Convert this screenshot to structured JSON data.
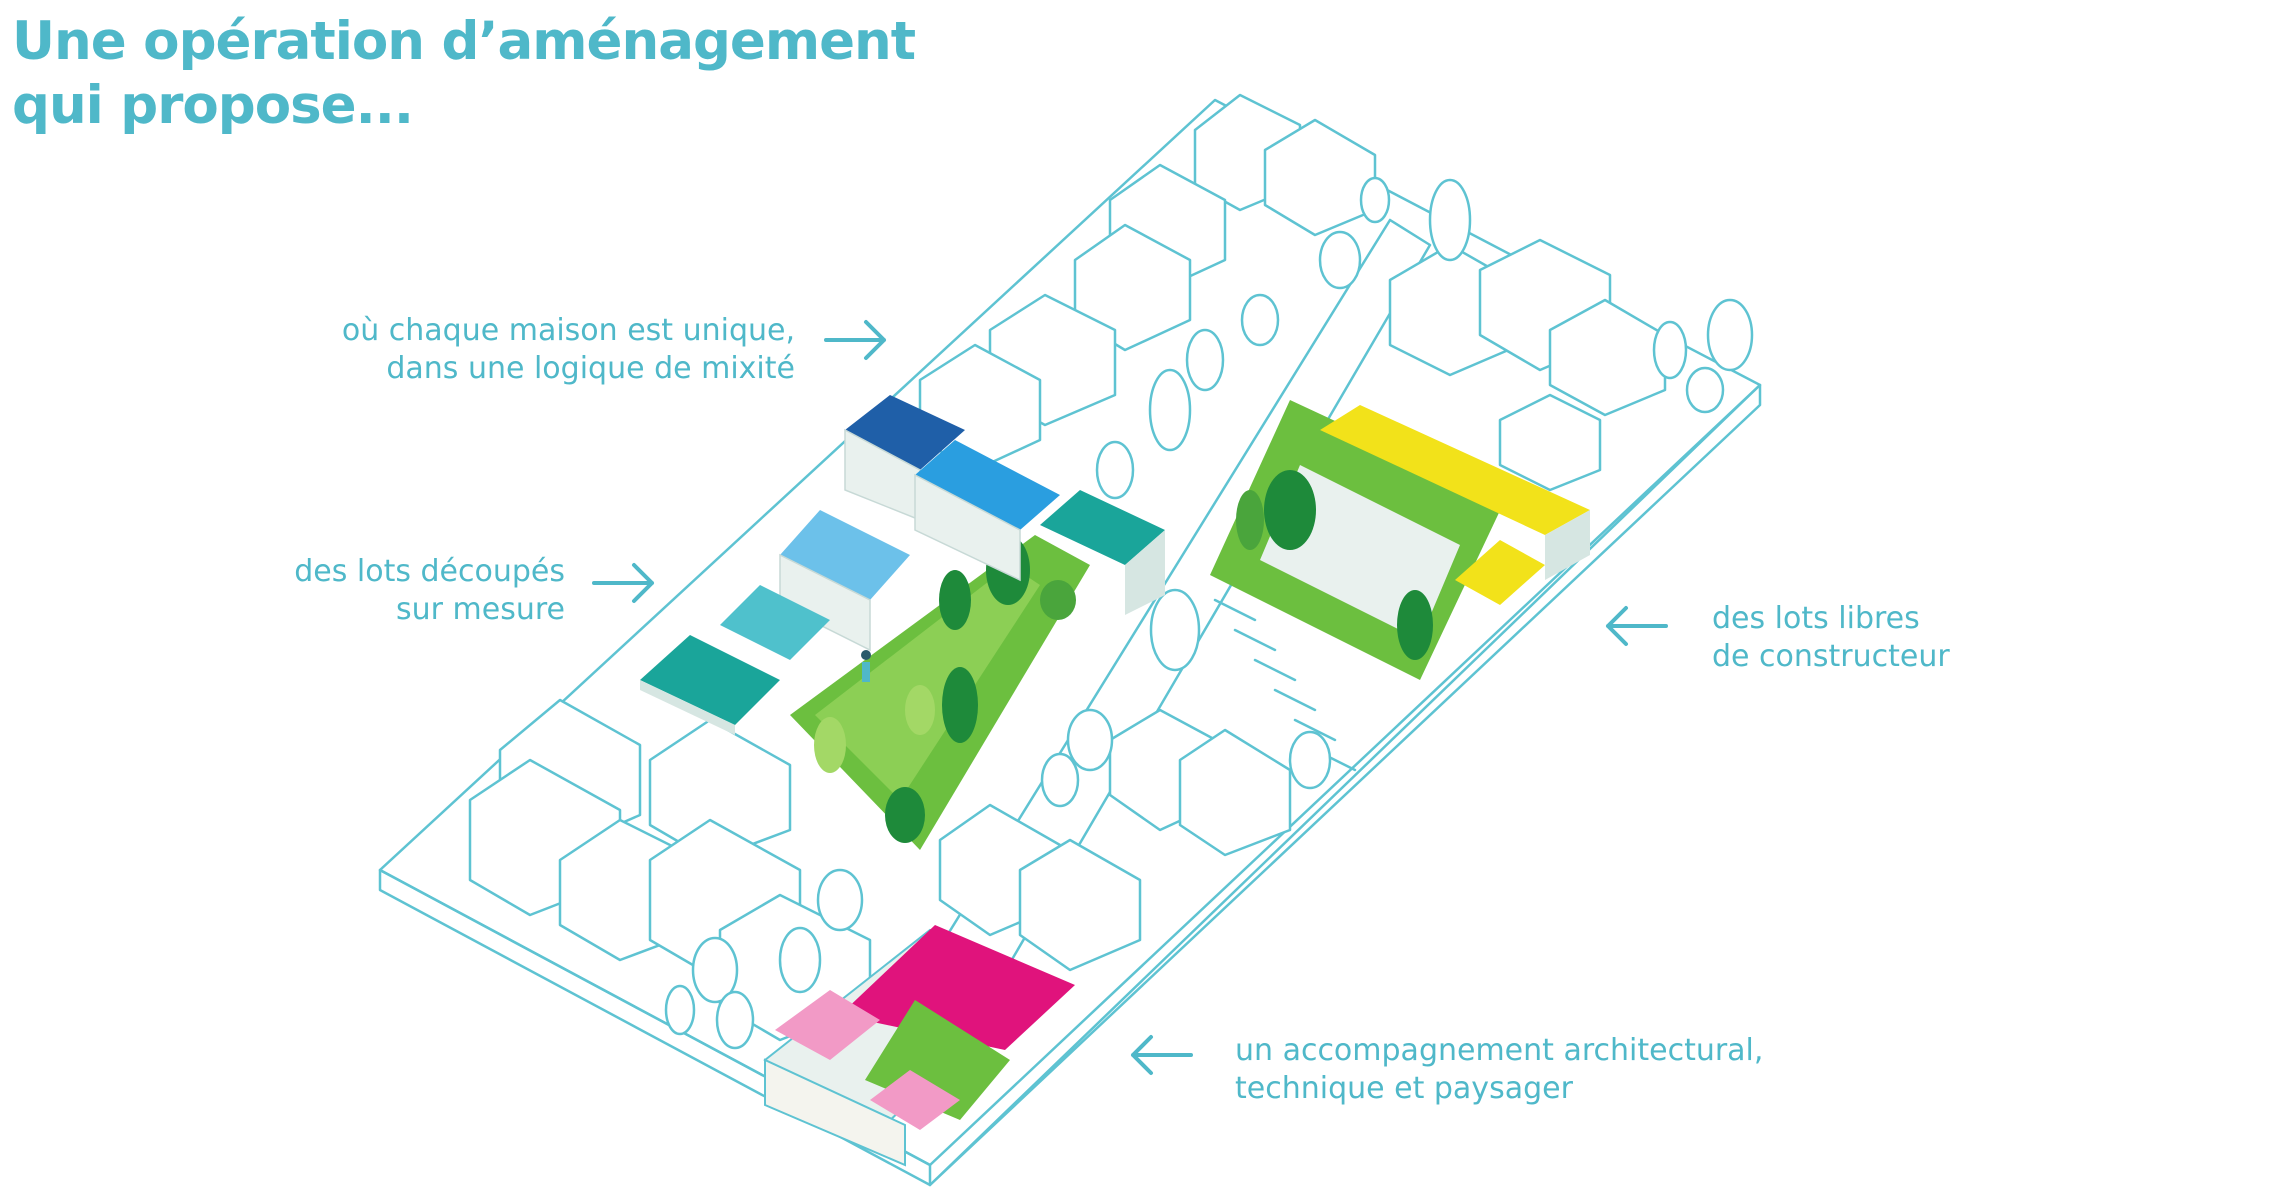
{
  "title": {
    "line1": "Une opération d’aménagement",
    "line2": "qui propose..."
  },
  "labels": {
    "unique": {
      "line1": "où chaque maison est unique,",
      "line2": "dans une logique de mixité"
    },
    "mesure": {
      "line1": "des lots découpés",
      "line2": "sur mesure"
    },
    "libres": {
      "line1": "des lots libres",
      "line2": "de constructeur"
    },
    "accompagnement": {
      "line1": "un accompagnement architectural,",
      "line2": "technique et paysager"
    }
  },
  "colors": {
    "accent": "#4fb8c9",
    "outline": "#5ec3d2",
    "green_light": "#6cbf3f",
    "green_dark": "#1e8a3a",
    "blue_dark": "#1f5fa8",
    "blue_mid": "#2a9ee0",
    "teal": "#1aa59a",
    "yellow": "#f2e21a",
    "magenta": "#e0137c",
    "pink_light": "#f29ac6"
  },
  "icons": {
    "arrow_right": "arrow-right-icon",
    "arrow_left": "arrow-left-icon"
  }
}
